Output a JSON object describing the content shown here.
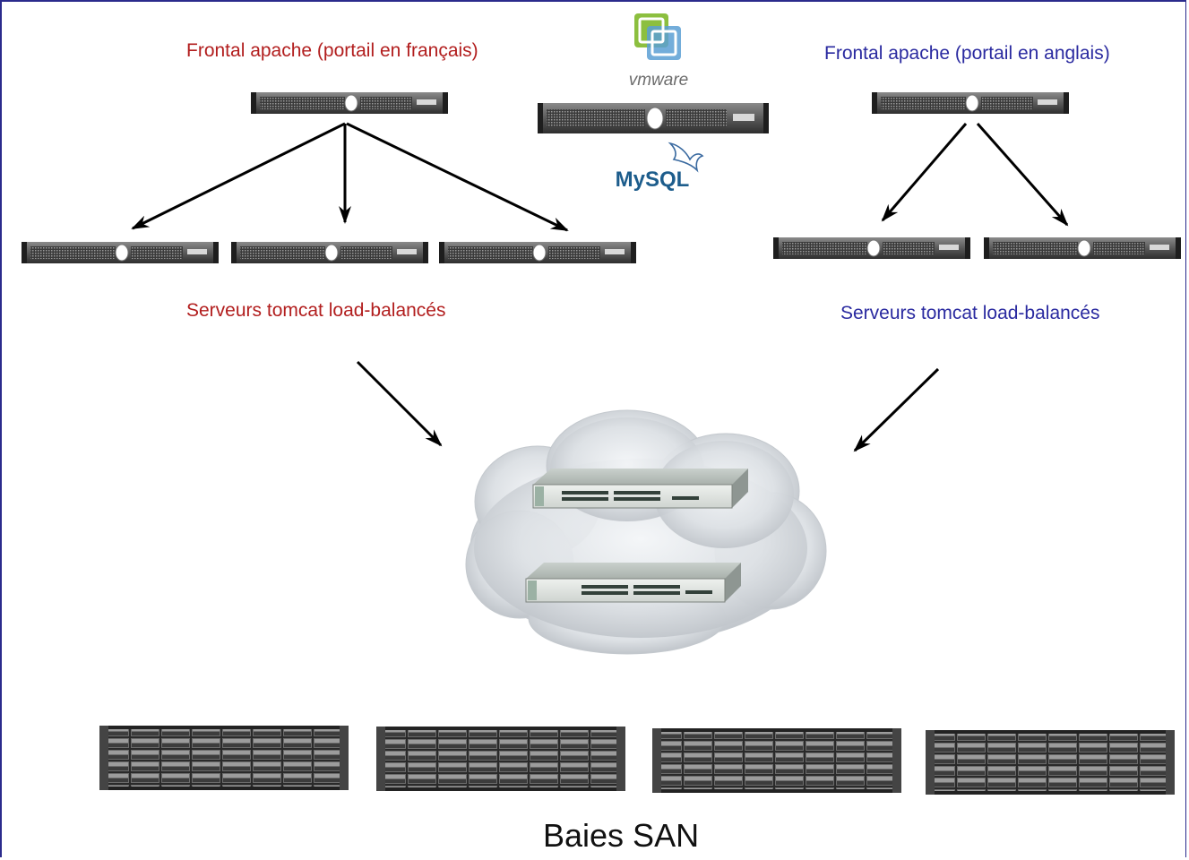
{
  "colors": {
    "french_text": "#b21e1e",
    "english_text": "#2a2aa0",
    "frame": "#2b2b8c",
    "arrow": "#000000"
  },
  "labels": {
    "frontal_fr": "Frontal apache (portail en français)",
    "frontal_en": "Frontal apache (portail en anglais)",
    "tomcat_fr": "Serveurs tomcat load-balancés",
    "tomcat_en": "Serveurs tomcat load-balancés",
    "san": "Baies SAN"
  },
  "logos": {
    "vmware": "vmware",
    "mysql": "MySQL"
  },
  "icons": {
    "rack_server": "rack-server-icon",
    "network_switch": "network-switch-icon",
    "cloud": "cloud-icon",
    "storage_array": "storage-array-icon"
  }
}
